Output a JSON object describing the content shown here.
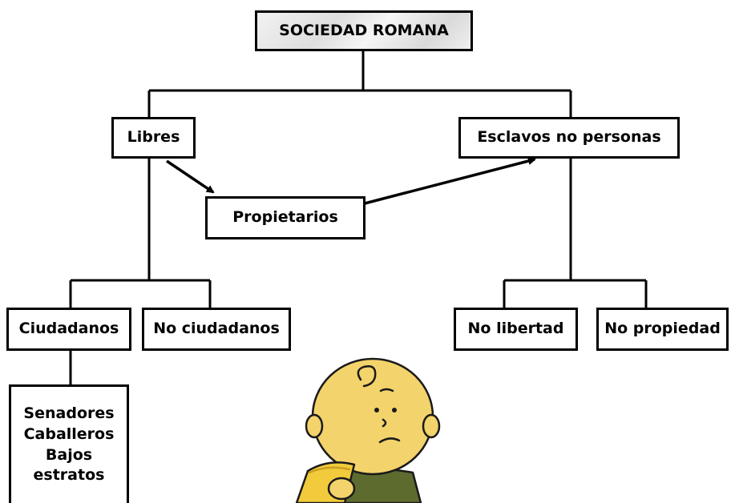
{
  "diagram": {
    "root": "SOCIEDAD ROMANA",
    "libres": "Libres",
    "esclavos": "Esclavos no personas",
    "propietarios": "Propietarios",
    "ciudadanos": "Ciudadanos",
    "no_ciudadanos": "No ciudadanos",
    "no_libertad": "No libertad",
    "no_propiedad": "No propiedad",
    "ciudadanos_sub": [
      "Senadores",
      "Caballeros",
      "Bajos",
      "estratos"
    ]
  },
  "illustration": {
    "icon": "cartoon-boy-reading-icon",
    "colors": {
      "skin": "#f3d36b",
      "shirt": "#5e6b2f",
      "paper": "#f2cb3c",
      "outline": "#1a1a1a"
    }
  }
}
